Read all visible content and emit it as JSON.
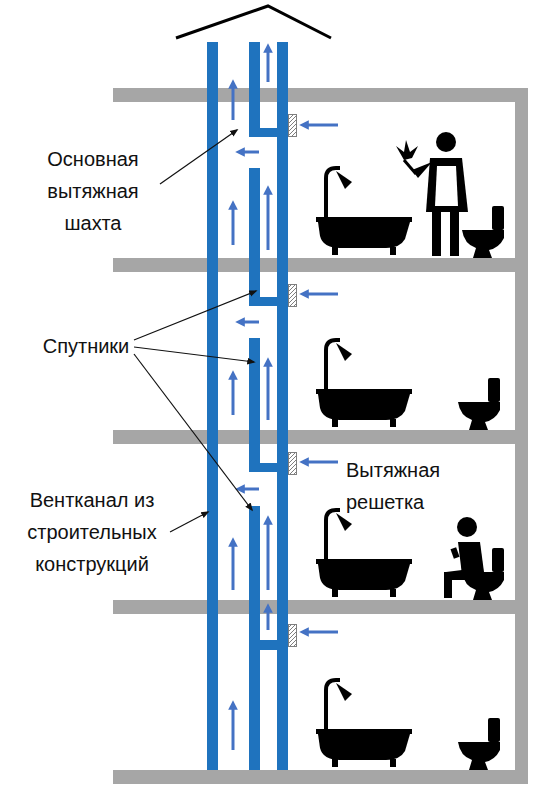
{
  "diagram": {
    "labels": [
      "Основная вытяжная шахта",
      "Спутники",
      "Вентканал из строительных конструкций",
      "Вытяжная решетка"
    ]
  }
}
